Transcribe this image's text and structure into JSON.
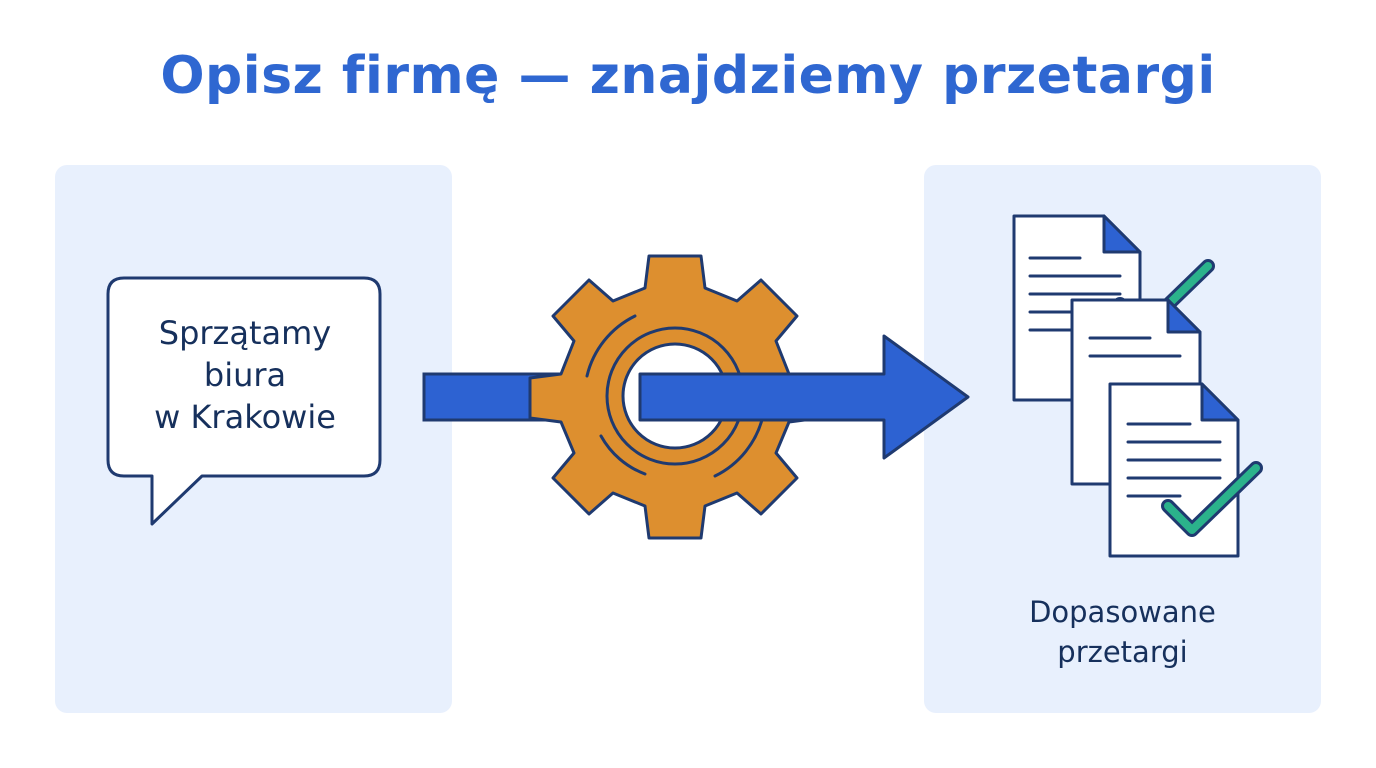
{
  "header": {
    "title": "Opisz firmę — znajdziemy przetargi"
  },
  "input_panel": {
    "bubble_lines": [
      "Sprzątamy",
      "biura",
      "w Krakowie"
    ]
  },
  "output_panel": {
    "label_lines": [
      "Dopasowane",
      "przetargi"
    ]
  },
  "icons": {
    "bubble": "speech-bubble-icon",
    "gear": "gear-icon",
    "arrow": "arrow-right-icon",
    "documents": "document-icon",
    "checks": "checkmark-icon"
  },
  "colors": {
    "title": "#2f67d1",
    "panel_bg": "#e8f0fd",
    "text": "#16305c",
    "arrow": "#2d62d2",
    "gear": "#dd8f2f",
    "check": "#2bb28b",
    "outline": "#1f3a70"
  }
}
